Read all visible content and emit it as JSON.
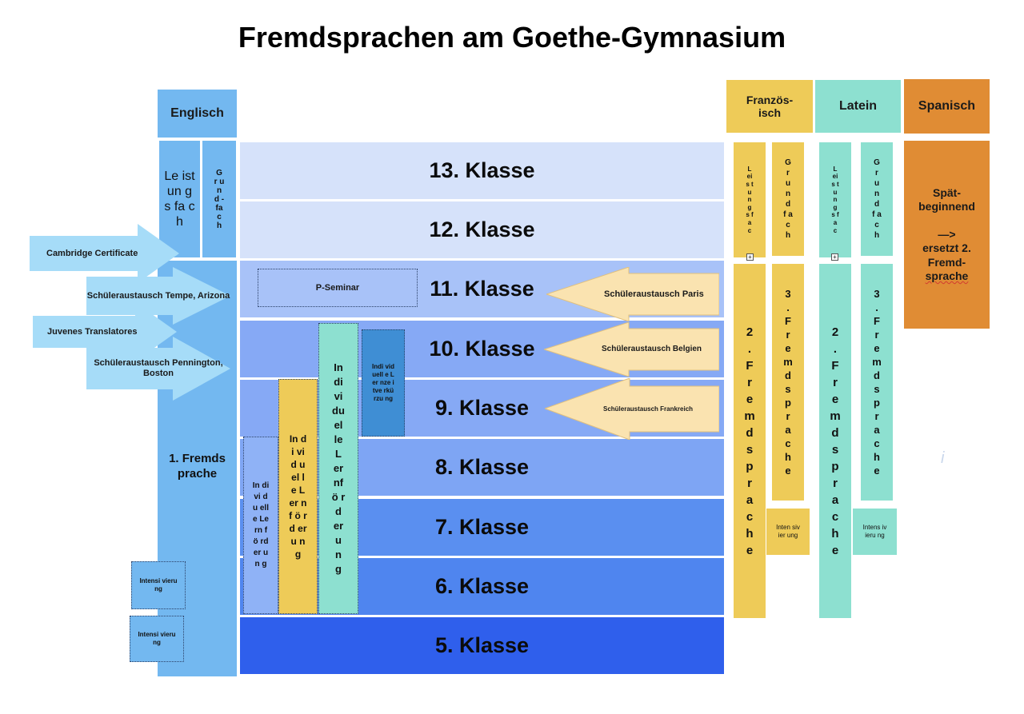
{
  "title": "Fremdsprachen am Goethe-Gymnasium",
  "grades": [
    "13. Klasse",
    "12. Klasse",
    "11. Klasse",
    "10. Klasse",
    "9. Klasse",
    "8. Klasse",
    "7. Klasse",
    "6. Klasse",
    "5. Klasse"
  ],
  "english": {
    "header": "Englisch",
    "leistungsfach": "Le ist un gs fa ch",
    "grundfach": "G r u n d - fa c h",
    "first_language": "1. Fremds prache",
    "intensivierung_1": "Intensi vierung",
    "intensivierung_2": "Intensi vierung"
  },
  "left_arrows": [
    "Cambridge Certificate",
    "Schüleraustausch Tempe, Arizona",
    "Juvenes Translatores",
    "Schüleraustausch Pennington, Boston"
  ],
  "right_arrows": [
    "Schüleraustausch Paris",
    "Schüleraustausch Belgien",
    "Schüleraustausch Frankreich"
  ],
  "p_seminar": "P-Seminar",
  "lernfoerderung_1": "In di vi du ell e Le rn fö rd er un g",
  "lernfoerderung_2": "In di vi d u el le L er nf ö rd er u n g",
  "lernfoerderung_3": "In di vi du el le L er nf ö r d er u n g",
  "lernzeitverkuerzung": "Indi vid uell e Ler nze itve rkü rzu ng",
  "french": {
    "header": "Französ- isch",
    "leistungsfach": "L ei s t u n g s f a c",
    "grundfach": "G r u n d f a c h",
    "second_language": "2 . F r e m d s p r a c h e",
    "third_language": "3 . F r e m d s p r a c h e",
    "intensivierung": "Inten sivier ung"
  },
  "latin": {
    "header": "Latein",
    "leistungsfach": "L ei s t u n g s f a c",
    "grundfach": "G r u n d f a c h",
    "second_language": "2 . F r e m d s p r a c h e",
    "third_language": "3 . F r e m d s p r a c h e",
    "intensivierung": "Intens ivieru ng"
  },
  "spanish": {
    "header": "Spanisch",
    "line1": "Spät-",
    "line2": "beginnend",
    "line3": "—>",
    "line4": "ersetzt 2.",
    "line5": "Fremd-",
    "line6": "sprache"
  },
  "stray_mark": "i",
  "colors": {
    "english_blue": "#73b8f0",
    "french_yellow": "#eecb58",
    "latin_teal": "#8de0d0",
    "spanish_orange": "#e08c34",
    "arrow_left": "#a6dcf8",
    "arrow_right": "#fae3b0",
    "grade_13": "#d6e2fa",
    "grade_5": "#2f5fec"
  }
}
